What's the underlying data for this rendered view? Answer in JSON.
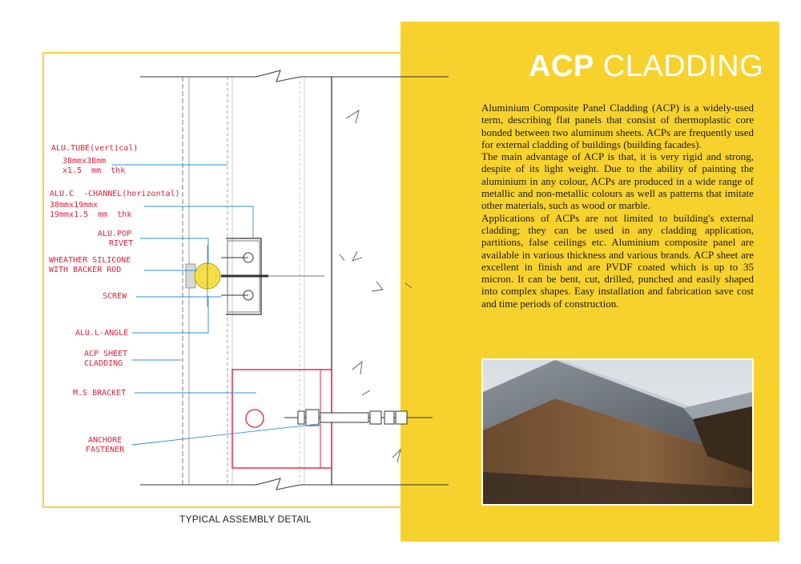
{
  "title": {
    "bold": "ACP",
    "light": "CLADDING"
  },
  "description": [
    "Aluminium Composite Panel Cladding (ACP) is a widely-used term, describing flat panels that consist of thermoplastic core bonded between two aluminum sheets. ACPs are frequently used for external cladding of buildings (building facades).",
    "The main advantage of ACP is that, it is very rigid and strong, despite of its light weight. Due to the ability of painting the aluminium in any colour, ACPs are produced in a wide range of metallic and non-metallic colours as well as patterns that imitate other materials, such as wood or marble.",
    "Applications of ACPs are not limited to building's external cladding; they can be used in any cladding application, partitions, false ceilings etc. Aluminium composite panel are available in various thickness and various brands. ACP sheet are excellent in finish and are PVDF coated which is up to 35 micron. It can be bent, cut, drilled, punched and easily shaped into complex shapes. Easy installation and fabrication save cost and time periods of construction."
  ],
  "diagram": {
    "caption": "TYPICAL ASSEMBLY DETAIL",
    "labels": {
      "alu_tube_1": "ALU.TUBE(vertical)",
      "alu_tube_2": "38mmx38mm",
      "alu_tube_3": "x1.5  mm  thk",
      "c_channel_1": "ALU.C  -CHANNEL(horizontal)",
      "c_channel_2": "38mmx19mmx",
      "c_channel_3": "19mmx1.5  mm  thk",
      "pop_rivet_1": "ALU.POP",
      "pop_rivet_2": "RIVET",
      "silicone_1": "WHEATHER SILICONE",
      "silicone_2": "WITH BACKER ROD",
      "screw": "SCREW",
      "l_angle": "ALU.L-ANGLE",
      "acp_sheet_1": "ACP SHEET",
      "acp_sheet_2": "CLADDING",
      "ms_bracket": "M.S BRACKET",
      "anchor_1": "ANCHORE",
      "anchor_2": "FASTENER"
    }
  },
  "colors": {
    "panel_yellow": "#f7d22d",
    "label_red": "#e0203a",
    "leader_blue": "#2a8fd8",
    "title_white": "#ffffff"
  }
}
